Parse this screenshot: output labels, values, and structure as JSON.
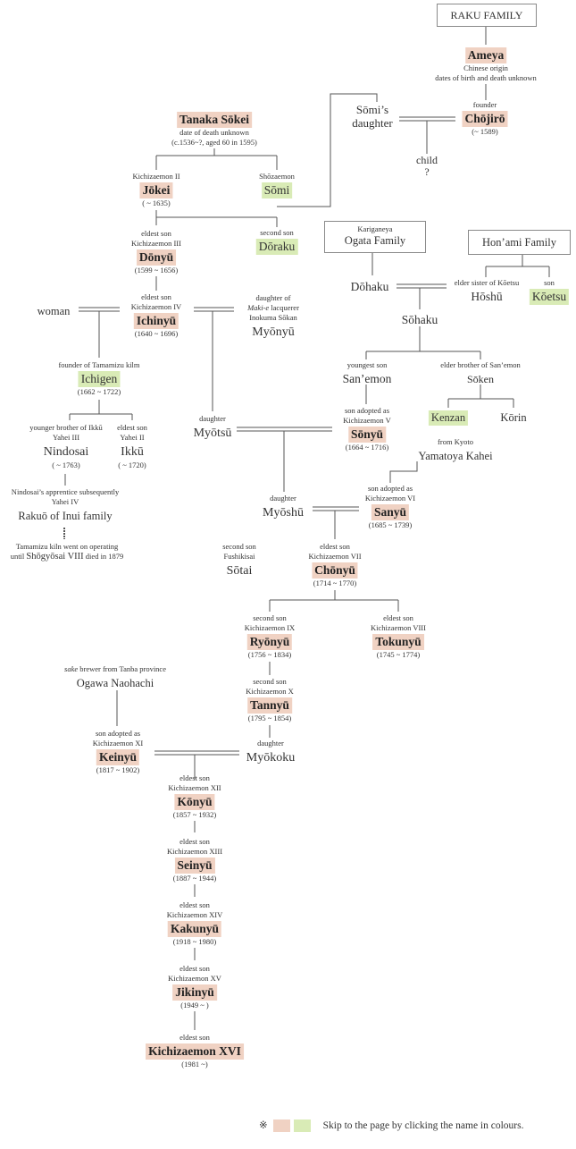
{
  "boxes": {
    "raku": "RAKU FAMILY",
    "ogata_top": "Kariganeya",
    "ogata": "Ogata Family",
    "honami": "Hon’ami Family"
  },
  "nodes": {
    "ameya": {
      "name": "Ameya",
      "note1": "Chinese origin",
      "note2": "dates of birth and death unknown"
    },
    "chojiro": {
      "label": "founder",
      "name": "Chōjirō",
      "dates": "(~ 1589)"
    },
    "somi_daughter": {
      "line1": "Sōmi’s",
      "line2": "daughter"
    },
    "child": {
      "line1": "child",
      "line2": "?"
    },
    "tanaka": {
      "name": "Tanaka Sōkei",
      "note1": "date of death unknown",
      "note2": "(c.1536~?, aged 60 in 1595)"
    },
    "jokei": {
      "label": "Kichizaemon II",
      "name": "Jōkei",
      "dates": "( ~ 1635)"
    },
    "somi": {
      "label": "Shōzaemon",
      "name": "Sōmi"
    },
    "donyu": {
      "label1": "eldest son",
      "label2": "Kichizaemon III",
      "name": "Dōnyū",
      "dates": "(1599 ~ 1656)"
    },
    "doraku": {
      "label": "second son",
      "name": "Dōraku"
    },
    "dohaku": {
      "name": "Dōhaku"
    },
    "hoshu": {
      "label": "elder sister of Kōetsu",
      "name": "Hōshū"
    },
    "koetsu": {
      "label": "son",
      "name": "Kōetsu"
    },
    "sohaku": {
      "name": "Sōhaku"
    },
    "woman": {
      "name": "woman"
    },
    "ichinyu": {
      "label1": "eldest son",
      "label2": "Kichizaemon IV",
      "name": "Ichinyū",
      "dates": "(1640 ~ 1696)"
    },
    "myonyu": {
      "label1": "daughter of",
      "label2a": "Maki-e",
      "label2b": " lacquerer",
      "label3": "Inokuma Sōkan",
      "name": "Myōnyū"
    },
    "sanemon": {
      "label": "youngest son",
      "name": "San’emon"
    },
    "soken": {
      "label": "elder brother of San’emon",
      "name": "Sōken"
    },
    "ichigen": {
      "label": "founder of Tamamizu kilm",
      "name": "Ichigen",
      "dates": "(1662 ~ 1722)"
    },
    "kenzan": {
      "name": "Kenzan"
    },
    "korin": {
      "name": "Kōrin"
    },
    "myotsu": {
      "label": "daughter",
      "name": "Myōtsū"
    },
    "sonyu": {
      "label1": "son adopted as",
      "label2": "Kichizaemon V",
      "name": "Sōnyū",
      "dates": "(1664 ~ 1716)"
    },
    "nindosai": {
      "label1": "younger brother of Ikkū",
      "label2": "Yahei III",
      "name": "Nindosai",
      "dates": "( ~ 1763)"
    },
    "ikku": {
      "label1": "eldest son",
      "label2": "Yahei II",
      "name": "Ikkū",
      "dates": "( ~ 1720)"
    },
    "yamatoya": {
      "label": "from Kyoto",
      "name": "Yamatoya Kahei"
    },
    "rakuo": {
      "label1": "Nindosai’s apprentice subsequently",
      "label2": "Yahei IV",
      "name": "Rakuō of Inui family"
    },
    "myoshu": {
      "label": "daughter",
      "name": "Myōshū"
    },
    "sanyu": {
      "label1": "son adopted as",
      "label2": "Kichizaemon VI",
      "name": "Sanyū",
      "dates": "(1685 ~ 1739)"
    },
    "tamamizu": {
      "line1": "Tamamizu kiln went on operating",
      "line2a": "until ",
      "line2b": "Shōgyōsai VIII",
      "line2c": " died in 1879"
    },
    "sotai": {
      "label1": "second son",
      "label2": "Fushikisai",
      "name": "Sōtai"
    },
    "chonyu": {
      "label1": "eldest son",
      "label2": "Kichizaemon VII",
      "name": "Chōnyū",
      "dates": "(1714 ~ 1770)"
    },
    "ryonyu": {
      "label1": "second son",
      "label2": "Kichizaemon IX",
      "name": "Ryōnyū",
      "dates": "(1756 ~ 1834)"
    },
    "tokunyu": {
      "label1": "eldest son",
      "label2": "Kichizaemon VIII",
      "name": "Tokunyū",
      "dates": "(1745 ~ 1774)"
    },
    "naohachi": {
      "label1a": "sake",
      "label1b": " brewer from Tanba province",
      "name": "Ogawa Naohachi"
    },
    "tannyu": {
      "label1": "second son",
      "label2": "Kichizaemon X",
      "name": "Tannyū",
      "dates": "(1795 ~ 1854)"
    },
    "myokoku": {
      "label": "daughter",
      "name": "Myōkoku"
    },
    "keinyu": {
      "label1": "son adopted as",
      "label2": "Kichizaemon XI",
      "name": "Keinyū",
      "dates": "(1817 ~ 1902)"
    },
    "konyu": {
      "label1": "eldest son",
      "label2": "Kichizaemon XII",
      "name": "Kōnyū",
      "dates": "(1857 ~ 1932)"
    },
    "seinyu": {
      "label1": "eldest son",
      "label2": "Kichizaemon XIII",
      "name": "Seinyū",
      "dates": "(1887 ~ 1944)"
    },
    "kakunyu": {
      "label1": "eldest son",
      "label2": "Kichizaemon XIV",
      "name": "Kakunyū",
      "dates": "(1918 ~ 1980)"
    },
    "jikinyu": {
      "label1": "eldest son",
      "label2": "Kichizaemon XV",
      "name": "Jikinyū",
      "dates": "(1949 ~ )"
    },
    "xvi": {
      "label": "eldest son",
      "name": "Kichizaemon XVI",
      "dates": "(1981 ~)"
    }
  },
  "legend": {
    "symbol": "※",
    "text": "Skip to the page by clicking the name in colours.",
    "pink": "#f0d2c3",
    "green": "#d9ebb6"
  }
}
